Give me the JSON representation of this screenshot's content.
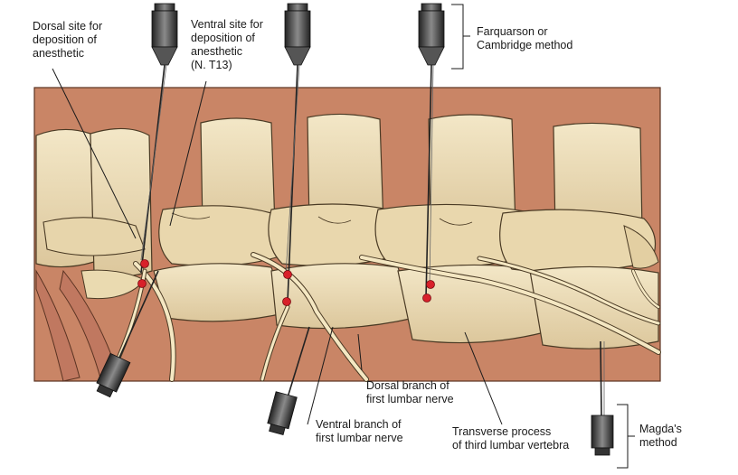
{
  "labels": {
    "dorsal_site": [
      "Dorsal site for",
      "deposition of",
      "anesthetic"
    ],
    "ventral_site": [
      "Ventral site for",
      "deposition of",
      "anesthetic",
      "(N. T13)"
    ],
    "farquarson": [
      "Farquarson or",
      "Cambridge method"
    ],
    "dorsal_branch": [
      "Dorsal branch of",
      "first lumbar nerve"
    ],
    "ventral_branch": [
      "Ventral branch of",
      "first lumbar nerve"
    ],
    "transverse_process": [
      "Transverse process",
      "of third lumbar vertebra"
    ],
    "magda": [
      "Magda's",
      "method"
    ]
  },
  "colors": {
    "muscle": "#c98566",
    "bone": "#ecdcb4",
    "bone_shadow": "#d6c196",
    "nerve": "#f4e7c2",
    "needle_hub": "#3a3a3a",
    "injection_site": "#d8202a"
  }
}
